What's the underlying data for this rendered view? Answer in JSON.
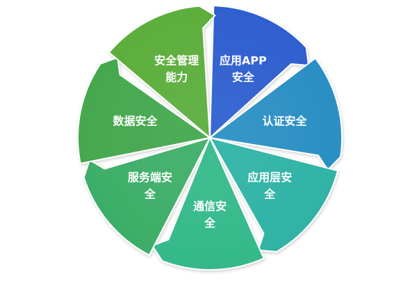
{
  "segments": [
    {
      "id": "app-security",
      "lines": [
        "应用APP",
        "安全"
      ],
      "color": "#2f5fcf"
    },
    {
      "id": "auth-security",
      "lines": [
        "认证安全"
      ],
      "color": "#2a8fc4"
    },
    {
      "id": "app-layer-security",
      "lines": [
        "应用层安",
        "全"
      ],
      "color": "#2fb3a6"
    },
    {
      "id": "comm-security",
      "lines": [
        "通信安",
        "全"
      ],
      "color": "#34b98a"
    },
    {
      "id": "server-security",
      "lines": [
        "服务端安",
        "全"
      ],
      "color": "#3dae68"
    },
    {
      "id": "data-security",
      "lines": [
        "数据安全"
      ],
      "color": "#45a84e"
    },
    {
      "id": "mgmt-security",
      "lines": [
        "安全管理",
        "能力"
      ],
      "color": "#5cae3c"
    }
  ]
}
